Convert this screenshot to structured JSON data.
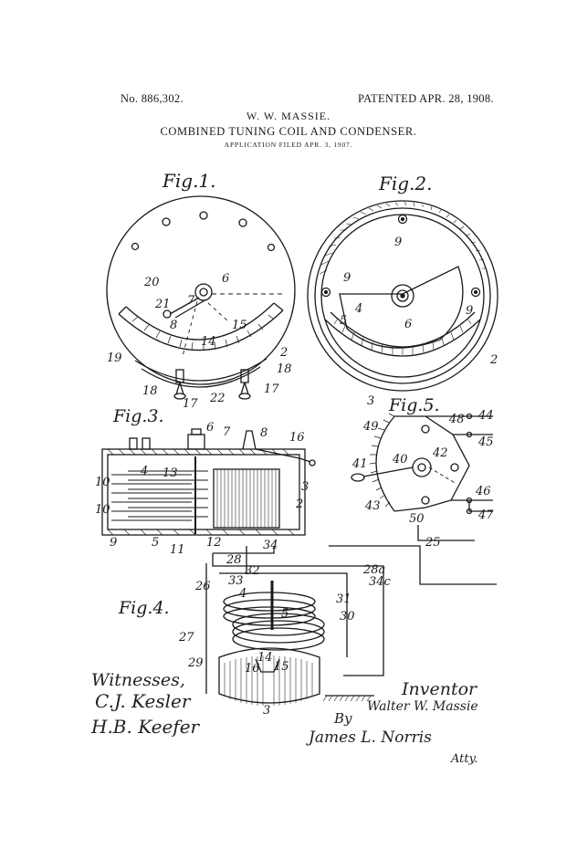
{
  "header": {
    "patent_number": "No. 886,302.",
    "patent_date": "PATENTED APR. 28, 1908.",
    "inventor_name": "W. W. MASSIE.",
    "title": "COMBINED TUNING COIL AND CONDENSER.",
    "application": "APPLICATION FILED APR. 3, 1907."
  },
  "figures": {
    "fig1": "Fig.1.",
    "fig2": "Fig.2.",
    "fig3": "Fig.3.",
    "fig4": "Fig.4.",
    "fig5": "Fig.5."
  },
  "signatures": {
    "witnesses_label": "Witnesses,",
    "witness_1": "C.J. Kesler",
    "witness_2": "H.B. Keefer",
    "inventor_label": "Inventor",
    "inventor_signature": "Walter W. Massie",
    "by": "By",
    "attorney_signature": "James L. Norris",
    "attorney_label": "Atty."
  }
}
